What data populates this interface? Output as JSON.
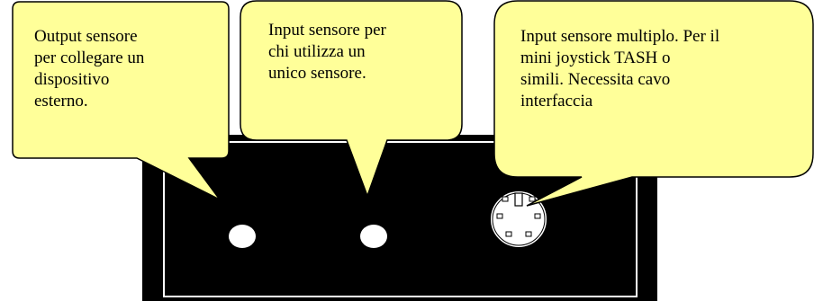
{
  "callouts": {
    "output_sensor": "Output sensore\nper collegare un\ndispositivo\nesterno.",
    "single_sensor_input": "Input sensore per\nchi utilizza un\nunico sensore.",
    "multi_sensor_input": "Input sensore multiplo. Per il\nmini joystick  TASH o\nsimili.  Necessita cavo\ninterfaccia"
  },
  "colors": {
    "panel": "#000000",
    "panel_inner_border": "#ffffff",
    "callout_fill": "#ffff99",
    "callout_stroke": "#000000",
    "jack_fill": "#ffffff",
    "connector_fill": "#ffffff"
  },
  "connectors": {
    "jack_count": 2,
    "mini_din_pin_count": 6
  }
}
